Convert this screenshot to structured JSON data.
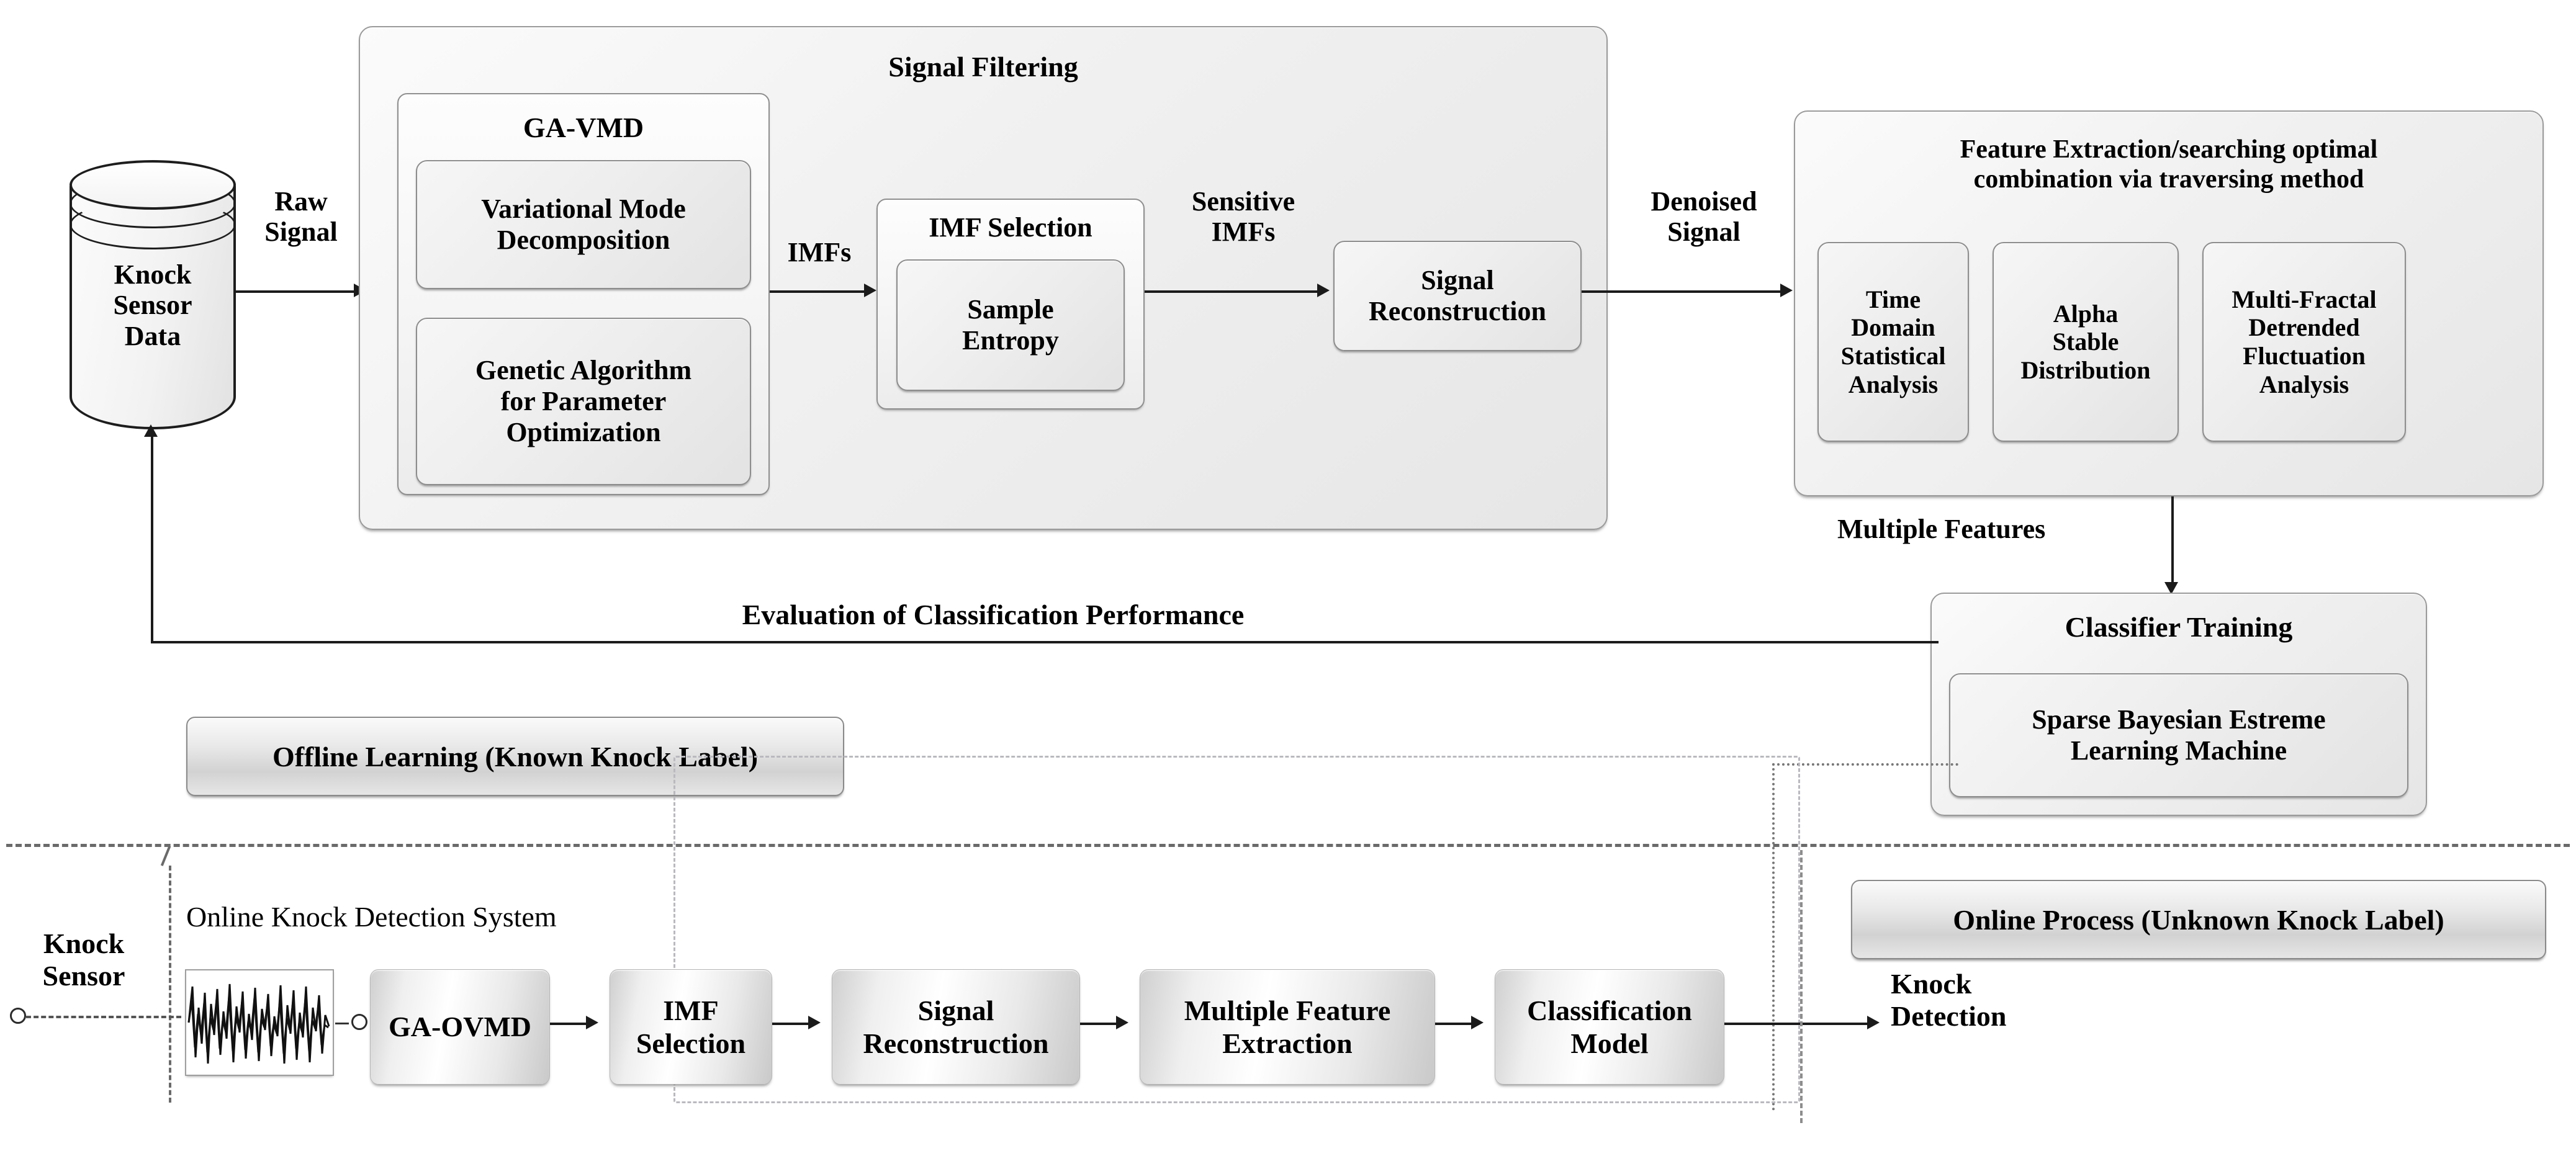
{
  "figure": {
    "title": "Knock detection framework: offline learning and online process"
  },
  "database": {
    "label": "Knock\nSensor\nData"
  },
  "edge_labels": {
    "raw_signal": "Raw\nSignal",
    "imfs": "IMFs",
    "sensitive_imfs": "Sensitive\nIMFs",
    "denoised_signal": "Denoised\nSignal",
    "multiple_features": "Multiple Features",
    "evaluation": "Evaluation of Classification Performance",
    "knock_detection": "Knock\nDetection",
    "knock_sensor": "Knock\nSensor"
  },
  "signal_filtering": {
    "title": "Signal Filtering",
    "ga_vmd": {
      "title": "GA-VMD",
      "children": [
        {
          "label": "Variational Mode\nDecomposition"
        },
        {
          "label": "Genetic Algorithm\nfor Parameter\nOptimization"
        }
      ]
    },
    "imf_selection": {
      "title": "IMF Selection",
      "children": [
        {
          "label": "Sample\nEntropy"
        }
      ]
    },
    "signal_reconstruction": {
      "label": "Signal\nReconstruction"
    }
  },
  "feature_extraction": {
    "title": "Feature Extraction/searching optimal\ncombination via traversing method",
    "children": [
      {
        "label": "Time\nDomain\nStatistical\nAnalysis"
      },
      {
        "label": "Alpha\nStable\nDistribution"
      },
      {
        "label": "Multi-Fractal\nDetrended\nFluctuation\nAnalysis"
      }
    ]
  },
  "classifier_training": {
    "title": "Classifier Training",
    "children": [
      {
        "label": "Sparse Bayesian Estreme\nLearning Machine"
      }
    ]
  },
  "legends": {
    "offline": "Offline Learning (Known Knock Label)",
    "online": "Online Process (Unknown Knock Label)"
  },
  "online_system": {
    "title": "Online Knock Detection System",
    "waveform_icon": "knock-signal-waveform",
    "pipeline": [
      {
        "label": "GA-OVMD"
      },
      {
        "label": "IMF\nSelection"
      },
      {
        "label": "Signal\nReconstruction"
      },
      {
        "label": "Multiple Feature\nExtraction"
      },
      {
        "label": "Classification\nModel"
      }
    ]
  },
  "colors": {
    "stroke": "#1b1b1b",
    "box_border": "#8d8d8d",
    "box_fill": "#eeeeee",
    "dashed": "#6a6a6a",
    "dotted": "#777777",
    "background": "#ffffff"
  }
}
